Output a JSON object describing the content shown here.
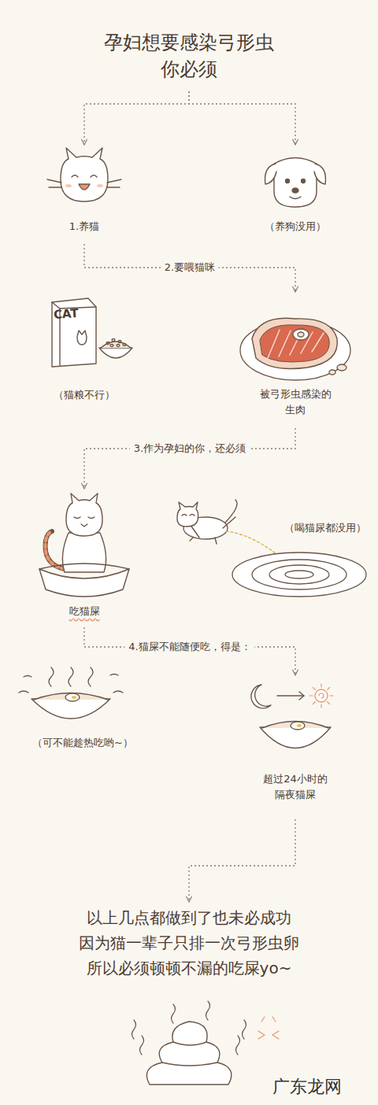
{
  "diagram": {
    "nodes": [
      {
        "text": [
          "孕妇想要感染弓形虫 你必须"
        ]
      },
      {
        "text": [
          "1.养猫"
        ]
      },
      {
        "text": [
          "（养狗没用）"
        ]
      },
      {
        "text": [
          "（猫粮不行）"
        ]
      },
      {
        "text": [
          "被弓形虫感染的 生肉"
        ]
      },
      {
        "text": [
          "吃猫屎"
        ]
      },
      {
        "text": [
          "（喝猫尿都没用）"
        ]
      },
      {
        "text": [
          "（可不能趁热吃哟~）"
        ]
      },
      {
        "text": [
          "超过24小时的 隔夜猫屎"
        ]
      },
      {
        "text": [
          "以上几点都做到了也未必成功 因为猫一辈子只排一次弓形虫卵 所以必须顿顿不漏的吃屎yo~"
        ]
      }
    ],
    "edges": [
      {
        "from": 0,
        "to": 1,
        "arrow": "to"
      },
      {
        "from": 0,
        "to": 2,
        "arrow": "to"
      },
      {
        "from": 1,
        "to": 4,
        "label": "2.要喂猫咪",
        "arrow": "to"
      },
      {
        "from": 4,
        "to": 5,
        "label": "3.作为孕妇的你，还必须",
        "arrow": "to"
      },
      {
        "from": 5,
        "to": 8,
        "label": "4.猫屎不能随便吃，得是：",
        "arrow": "to"
      },
      {
        "from": 8,
        "to": 9,
        "arrow": "to"
      }
    ],
    "labels": [
      "CAT",
      "广东龙网"
    ]
  }
}
